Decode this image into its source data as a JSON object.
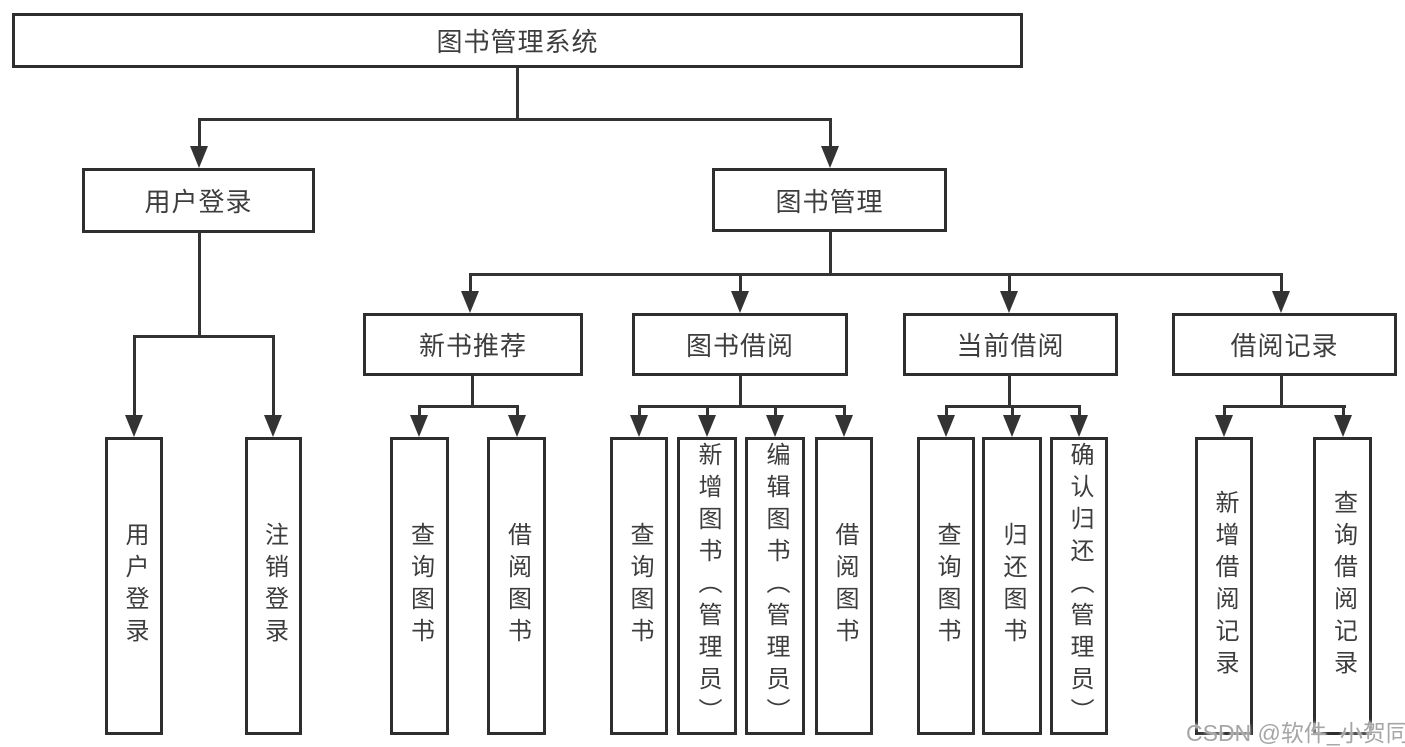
{
  "diagram": {
    "title": "图书管理系统",
    "level1": {
      "user_login": "用户登录",
      "book_management": "图书管理"
    },
    "level2": {
      "new_book_recommend": "新书推荐",
      "book_borrow": "图书借阅",
      "current_borrow": "当前借阅",
      "borrow_records": "借阅记录"
    },
    "leaves": {
      "user_login_children": [
        "用户登录",
        "注销登录"
      ],
      "new_book_children": [
        "查询图书",
        "借阅图书"
      ],
      "book_borrow_children": [
        "查询图书",
        "新增图书（管理员）",
        "编辑图书（管理员）",
        "借阅图书"
      ],
      "current_borrow_children": [
        "查询图书",
        "归还图书",
        "确认归还（管理员）"
      ],
      "borrow_records_children": [
        "新增借阅记录",
        "查询借阅记录"
      ]
    }
  },
  "watermark": {
    "text": "CSDN @软件_小贺同学"
  },
  "colors": {
    "line": "#333333",
    "box_border": "#2e2e2e",
    "box_background": "#ffffff",
    "text": "#3d3d3d",
    "watermark": "#a6a6a6",
    "background": "#ffffff"
  }
}
